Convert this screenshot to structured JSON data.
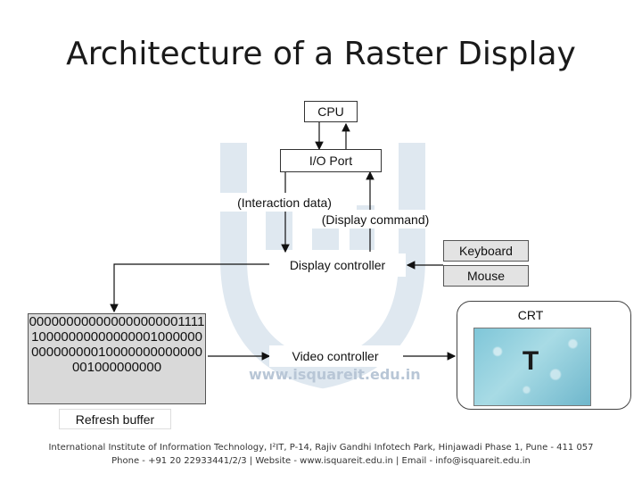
{
  "slide": {
    "title": "Architecture of a Raster Display"
  },
  "diagram": {
    "cpu": "CPU",
    "io_port": "I/O Port",
    "interaction_data": "(Interaction data)",
    "display_command": "(Display command)",
    "display_controller": "Display controller",
    "keyboard": "Keyboard",
    "mouse": "Mouse",
    "video_controller": "Video controller",
    "crt": "CRT",
    "crt_glyph": "T",
    "refresh_buffer_label": "Refresh buffer",
    "refresh_buffer_bits": "0000000000000000000011111000000000000000100000000000000010000000000000001000000000"
  },
  "watermark": {
    "text": "www.isquareit.edu.in",
    "color": "#b8c6d6"
  },
  "footer": {
    "line1": "International Institute of Information Technology, I²IT, P-14, Rajiv Gandhi Infotech Park, Hinjawadi Phase 1, Pune - 411 057",
    "line2": "Phone - +91 20 22933441/2/3 | Website - www.isquareit.edu.in | Email - info@isquareit.edu.in"
  }
}
